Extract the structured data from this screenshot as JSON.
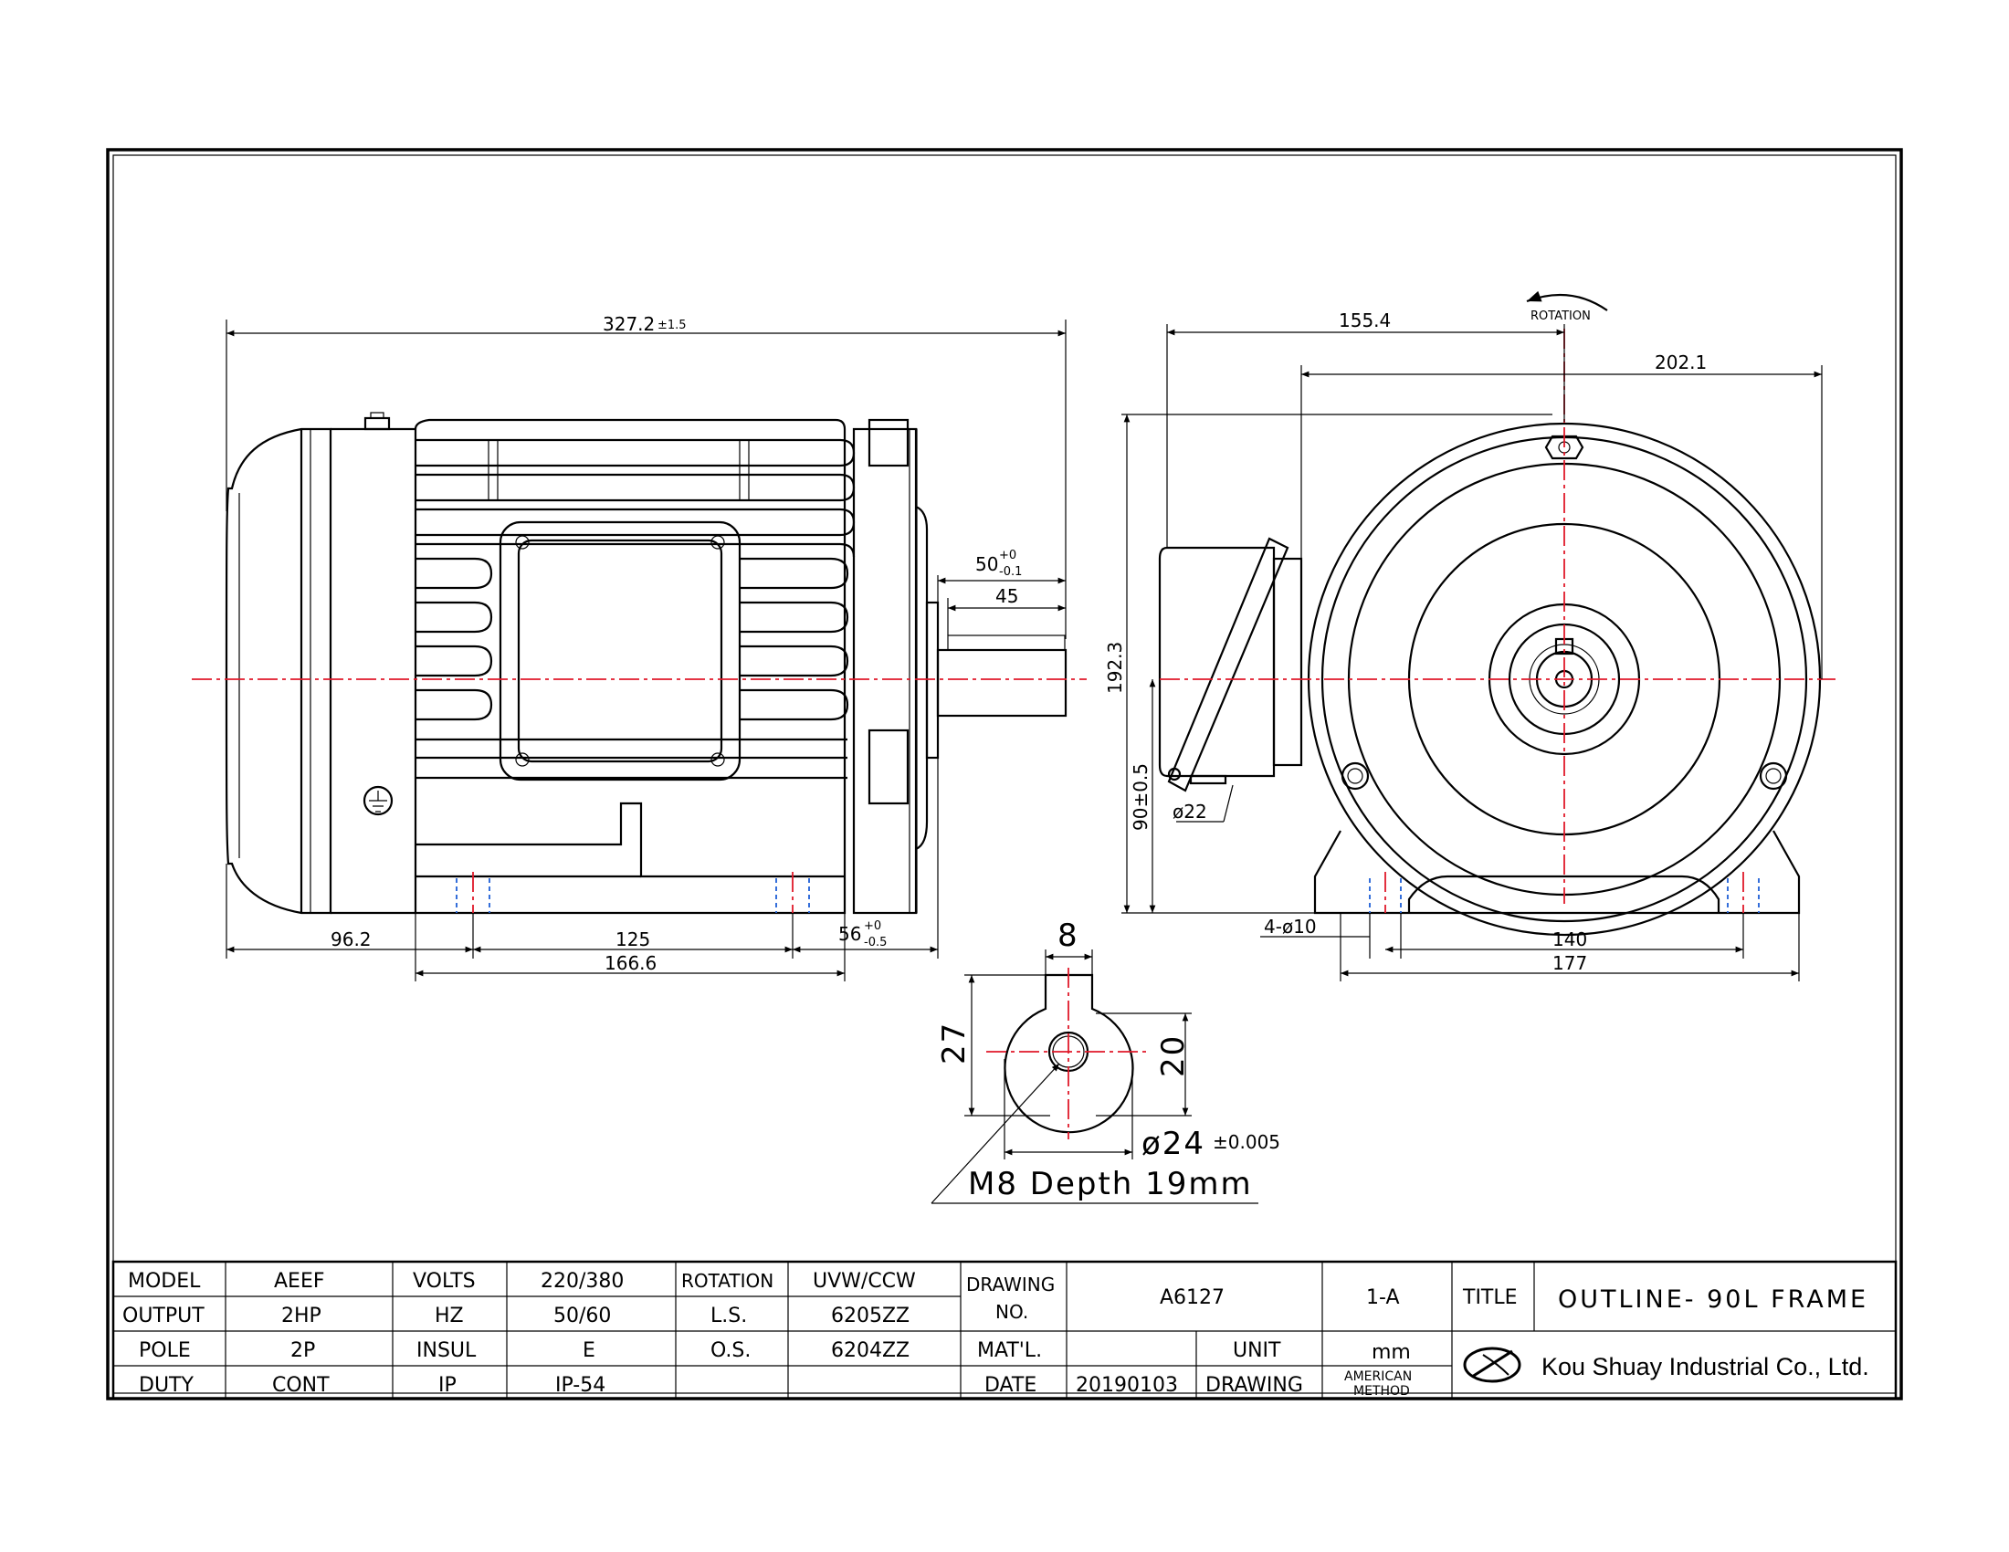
{
  "dimensions": {
    "overall_length": "327.2",
    "overall_length_tol": "±1.5",
    "shaft_length": "50",
    "shaft_length_tol_upper": "+0",
    "shaft_length_tol_lower": "-0.1",
    "key_length": "45",
    "rear_to_foot_hole": "96.2",
    "foot_hole_spacing_side": "125",
    "foot_length": "166.6",
    "foot_hole_to_shoulder": "56",
    "foot_hole_to_shoulder_tol_upper": "+0",
    "foot_hole_to_shoulder_tol_lower": "-0.5",
    "terminal_box_offset": "155.4",
    "housing_width": "202.1",
    "overall_height": "192.3",
    "shaft_center_height": "90±0.5",
    "conduit_diameter": "ø22",
    "foot_holes": "4-ø10",
    "foot_hole_spacing_front": "140",
    "foot_width": "177",
    "key_width": "8",
    "shaft_key_height": "27",
    "shaft_height_detail": "20",
    "shaft_diameter": "ø24",
    "shaft_diameter_tol": "±0.005",
    "tapped_hole": "M8 Depth 19mm",
    "rotation_label": "ROTATION"
  },
  "title_block": {
    "model_label": "MODEL",
    "model_value": "AEEF",
    "volts_label": "VOLTS",
    "volts_value": "220/380",
    "rotation_label": "ROTATION",
    "rotation_value": "UVW/CCW",
    "drawing_no_label_1": "DRAWING",
    "drawing_no_label_2": "NO.",
    "drawing_no_value": "A6127",
    "revision": "1-A",
    "title_label": "TITLE",
    "title_value": "OUTLINE- 90L FRAME",
    "output_label": "OUTPUT",
    "output_value": "2HP",
    "hz_label": "HZ",
    "hz_value": "50/60",
    "ls_label": "L.S.",
    "ls_value": "6205ZZ",
    "pole_label": "POLE",
    "pole_value": "2P",
    "insul_label": "INSUL",
    "insul_value": "E",
    "os_label": "O.S.",
    "os_value": "6204ZZ",
    "material_label": "MAT'L.",
    "material_value": "",
    "unit_label": "UNIT",
    "unit_value": "mm",
    "duty_label": "DUTY",
    "duty_value": "CONT",
    "ip_label": "IP",
    "ip_value": "IP-54",
    "date_label": "DATE",
    "date_value": "20190103",
    "drawing_method_label": "DRAWING",
    "drawing_method_value_1": "AMERICAN",
    "drawing_method_value_2": "METHOD",
    "company": "Kou Shuay Industrial Co., Ltd."
  }
}
